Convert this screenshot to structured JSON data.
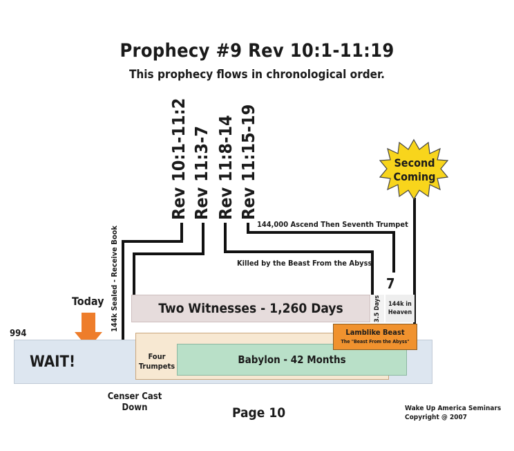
{
  "header": {
    "title": "Prophecy #9   Rev 10:1-11:19",
    "subtitle": "This prophecy flows in chronological order."
  },
  "references": [
    "Rev 10:1-11:2",
    "Rev 11:3-7",
    "Rev 11:8-14",
    "Rev 11:15-19"
  ],
  "annotations": {
    "ascend": "144,000 Ascend Then Seventh Trumpet",
    "killed": "Killed by the Beast From the Abyss",
    "sealed": "144k Sealed - Receive Book",
    "seven": "7",
    "three_half_days": "3.5 Days",
    "heaven": "144k in Heaven",
    "today": "Today",
    "year_fragment": "994"
  },
  "second_coming": "Second Coming",
  "bars": {
    "wait": "WAIT!",
    "two_witnesses": "Two Witnesses - 1,260 Days",
    "four_trumpets": "Four Trumpets",
    "babylon": "Babylon - 42 Months",
    "lamblike_beast": "Lamblike Beast",
    "lamblike_sub": "The \"Beast From the Abyss\""
  },
  "footer": {
    "censer": "Censer Cast Down",
    "page": "Page 10",
    "credit_line1": "Wake Up America Seminars",
    "credit_line2": "Copyright @ 2007"
  },
  "colors": {
    "wait_bar": "#dde6f0",
    "witnesses_bar": "#e6dcdc",
    "trumpets_bar": "#f7e8d2",
    "babylon_bar": "#b9e0c8",
    "lamblike_bar": "#f0922e",
    "arrow": "#ee7d2b",
    "seven": "#c0392b",
    "starburst": "#f8d51c"
  }
}
